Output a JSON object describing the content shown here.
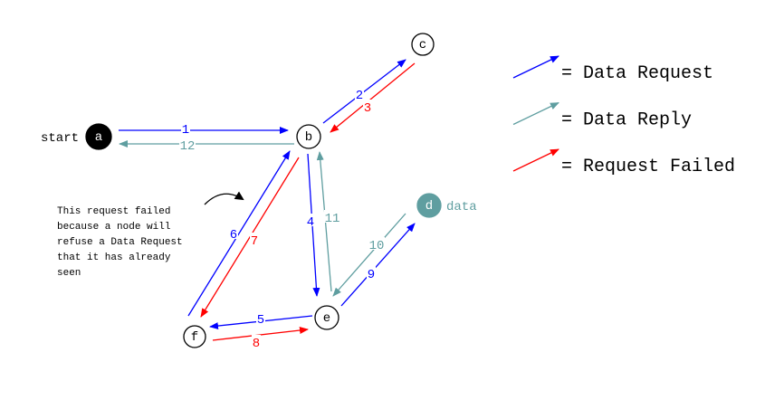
{
  "colors": {
    "request": "#0000ff",
    "reply": "#5f9ea0",
    "failed": "#ff0000",
    "start_node": "#000000",
    "data_node": "#5f9ea0"
  },
  "nodes": {
    "a": {
      "label": "a",
      "caption": "start"
    },
    "b": {
      "label": "b"
    },
    "c": {
      "label": "c"
    },
    "d": {
      "label": "d",
      "caption": "data"
    },
    "e": {
      "label": "e"
    },
    "f": {
      "label": "f"
    }
  },
  "edges": [
    {
      "num": "1",
      "from": "a",
      "to": "b",
      "type": "request"
    },
    {
      "num": "2",
      "from": "b",
      "to": "c",
      "type": "request"
    },
    {
      "num": "3",
      "from": "c",
      "to": "b",
      "type": "failed"
    },
    {
      "num": "4",
      "from": "b",
      "to": "e",
      "type": "request"
    },
    {
      "num": "5",
      "from": "e",
      "to": "f",
      "type": "request"
    },
    {
      "num": "6",
      "from": "f",
      "to": "b",
      "type": "request"
    },
    {
      "num": "7",
      "from": "b",
      "to": "f",
      "type": "failed"
    },
    {
      "num": "8",
      "from": "f",
      "to": "e",
      "type": "failed"
    },
    {
      "num": "9",
      "from": "e",
      "to": "d",
      "type": "request"
    },
    {
      "num": "10",
      "from": "d",
      "to": "e",
      "type": "reply"
    },
    {
      "num": "11",
      "from": "e",
      "to": "b",
      "type": "reply"
    },
    {
      "num": "12",
      "from": "b",
      "to": "a",
      "type": "reply"
    }
  ],
  "legend": [
    {
      "type": "request",
      "label": "= Data Request"
    },
    {
      "type": "reply",
      "label": "= Data Reply"
    },
    {
      "type": "failed",
      "label": "= Request Failed"
    }
  ],
  "annotation": "This request failed\nbecause a node will\nrefuse a Data Request\nthat it has already\nseen"
}
